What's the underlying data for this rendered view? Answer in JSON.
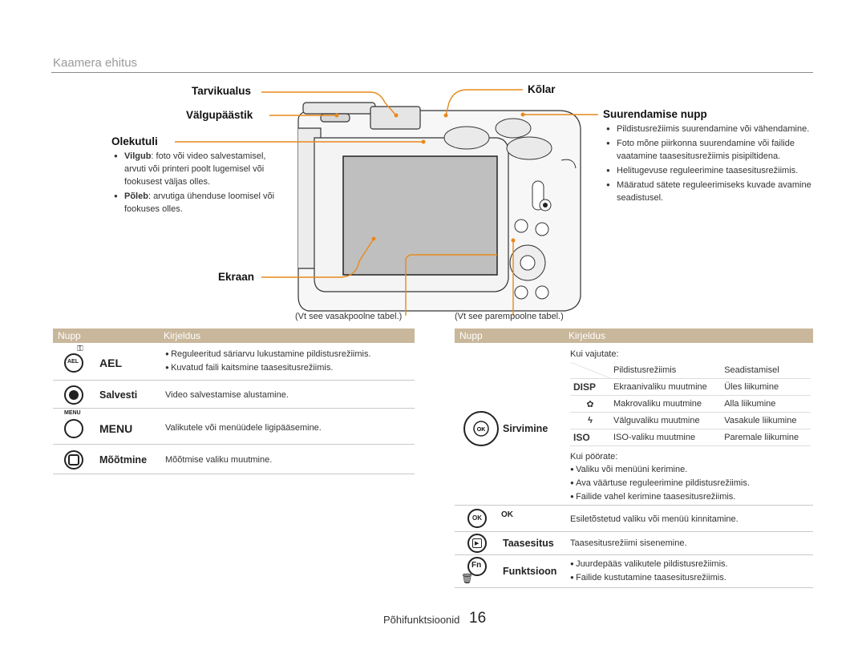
{
  "page": {
    "section_title": "Kaamera ehitus",
    "footer_label": "Põhifunktsioonid",
    "page_number": "16"
  },
  "callouts": {
    "accessory": "Tarvikualus",
    "flash": "Välgupäästik",
    "status": "Olekutuli",
    "screen": "Ekraan",
    "speaker": "Kõlar",
    "zoom": "Suurendamise nupp"
  },
  "status_desc": [
    {
      "term": "Vilgub",
      "text": ": foto või video salvestamisel, arvuti või printeri poolt lugemisel või fookusest väljas olles."
    },
    {
      "term": "Põleb",
      "text": ": arvutiga ühenduse loomisel või fookuses olles."
    }
  ],
  "zoom_desc": [
    "Pildistusrežiimis suurendamine või vähendamine.",
    "Foto mõne piirkonna suurendamine või failide vaatamine taasesitusrežiimis pisipiltidena.",
    "Helitugevuse reguleerimine taasesitusrežiimis.",
    "Määratud sätete reguleerimiseks kuvade avamine seadistusel."
  ],
  "captions": {
    "left": "(Vt see vasakpoolne tabel.)",
    "right": "(Vt see parempoolne tabel.)"
  },
  "left_table": {
    "headers": [
      "Nupp",
      "Kirjeldus"
    ],
    "rows": [
      {
        "name": "AEL",
        "icon": "ael-icon",
        "desc": [
          "Reguleeritud säriarvu lukustamine pildistusrežiimis.",
          "Kuvatud faili kaitsmine taasesitusrežiimis."
        ]
      },
      {
        "name": "Salvesti",
        "icon": "record-icon",
        "desc": [
          "Video salvestamise alustamine."
        ]
      },
      {
        "name": "MENU",
        "icon": "menu-icon",
        "icon_label": "MENU",
        "desc": [
          "Valikutele või menüüdele ligipääsemine."
        ]
      },
      {
        "name": "Mõõtmine",
        "icon": "metering-icon",
        "desc": [
          "Mõõtmise valiku muutmine."
        ]
      }
    ]
  },
  "right_table": {
    "headers": [
      "Nupp",
      "Kirjeldus"
    ],
    "nav": {
      "name": "Sirvimine",
      "press_label": "Kui vajutate:",
      "sub_headers": [
        "Pildistusrežiimis",
        "Seadistamisel"
      ],
      "sub_rows": [
        {
          "icon_label": "DISP",
          "a": "Ekraanivaliku muutmine",
          "b": "Üles liikumine"
        },
        {
          "icon_label": "✿",
          "a": "Makrovaliku muutmine",
          "b": "Alla liikumine"
        },
        {
          "icon_label": "ϟ",
          "a": "Välguvaliku muutmine",
          "b": "Vasakule liikumine"
        },
        {
          "icon_label": "ISO",
          "a": "ISO-valiku muutmine",
          "b": "Paremale liikumine"
        }
      ],
      "rotate_label": "Kui pöörate:",
      "rotate_desc": [
        "Valiku või menüüni kerimine.",
        "Ava väärtuse reguleerimine pildistusrežiimis.",
        "Failide vahel kerimine taasesitusrežiimis."
      ]
    },
    "ok": {
      "icon_label": "OK",
      "desc": "Esiletõstetud valiku või menüü kinnitamine."
    },
    "playback": {
      "name": "Taasesitus",
      "desc": "Taasesitusrežiimi sisenemine."
    },
    "fn": {
      "name": "Funktsioon",
      "icon_label": "Fn",
      "desc": [
        "Juurdepääs valikutele pildistusrežiimis.",
        "Failide kustutamine taasesitusrežiimis."
      ]
    }
  },
  "colors": {
    "accent_orange": "#e8891c",
    "table_header": "#c9b79b"
  }
}
